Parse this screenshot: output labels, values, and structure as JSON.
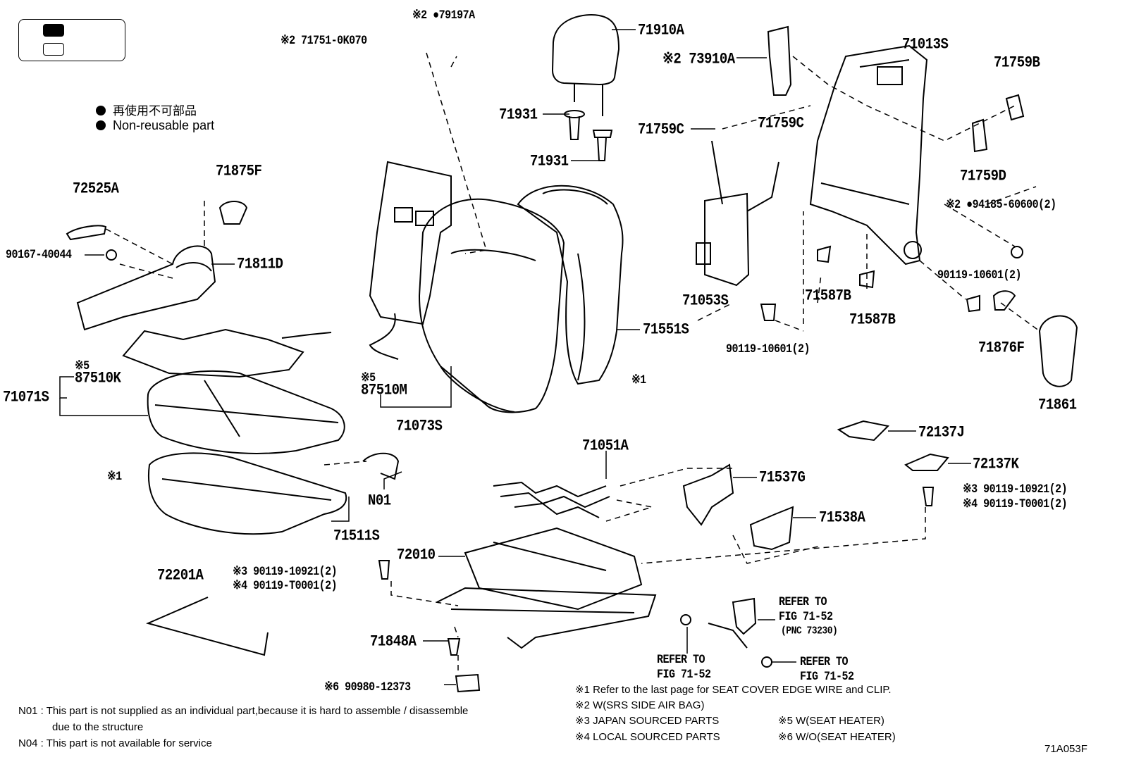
{
  "legend": {
    "non_reusable_jp": "再使用不可部品",
    "non_reusable_en": "Non-reusable part"
  },
  "parts": {
    "p79197A": "※2 ●79197A",
    "p71751": "※2 71751-0K070",
    "p71910A": "71910A",
    "p73910A": "※2 73910A",
    "p71013S": "71013S",
    "p71759B": "71759B",
    "p71931a": "71931",
    "p71931b": "71931",
    "p71759C1": "71759C",
    "p71759C2": "71759C",
    "p71759D": "71759D",
    "p94185": "※2 ●94185-60600(2)",
    "p90119_10601a": "90119-10601(2)",
    "p71053S": "71053S",
    "p71587B1": "71587B",
    "p71587B2": "71587B",
    "p90119_10601b": "90119-10601(2)",
    "p71876F": "71876F",
    "p71861": "71861",
    "p72525A": "72525A",
    "p71875F": "71875F",
    "p90167": "90167-40044",
    "p71811D": "71811D",
    "p71551S": "71551S",
    "p87510K_note": "※5",
    "p87510K": "87510K",
    "p71071S": "71071S",
    "p87510M_note": "※5",
    "p87510M": "87510M",
    "p71073S": "71073S",
    "p_mark1a": "※1",
    "p_mark1b": "※1",
    "p72137J": "72137J",
    "p72137K": "72137K",
    "p71051A": "71051A",
    "p71537G": "71537G",
    "pN01": "N01",
    "p71511S": "71511S",
    "p71538A": "71538A",
    "p90119_10921r": "※3 90119-10921(2)",
    "p90119_T0001r": "※4 90119-T0001(2)",
    "p72010": "72010",
    "p72201A": "72201A",
    "p90119_10921l": "※3 90119-10921(2)",
    "p90119_T0001l": "※4 90119-T0001(2)",
    "p71848A": "71848A",
    "p90980": "※6 90980-12373",
    "ref1_a": "REFER TO",
    "ref1_b": "FIG 71-52",
    "ref1_c": "(PNC 73230)",
    "ref2_a": "REFER TO",
    "ref2_b": "FIG 71-52",
    "ref3_a": "REFER TO",
    "ref3_b": "FIG 71-52"
  },
  "notes": {
    "n1": "※1  Refer to the last page for SEAT COVER EDGE WIRE and CLIP.",
    "n2": "※2  W(SRS SIDE AIR BAG)",
    "n3": "※3  JAPAN SOURCED PARTS",
    "n4": "※4  LOCAL SOURCED PARTS",
    "n5": "※5  W(SEAT HEATER)",
    "n6": "※6  W/O(SEAT HEATER)",
    "n01_line1": "N01 : This part is not supplied as an individual part,because it is hard to assemble / disassemble",
    "n01_line2": "due to the structure",
    "n04": "N04 : This part is not available for service"
  },
  "figure_code": "71A053F"
}
